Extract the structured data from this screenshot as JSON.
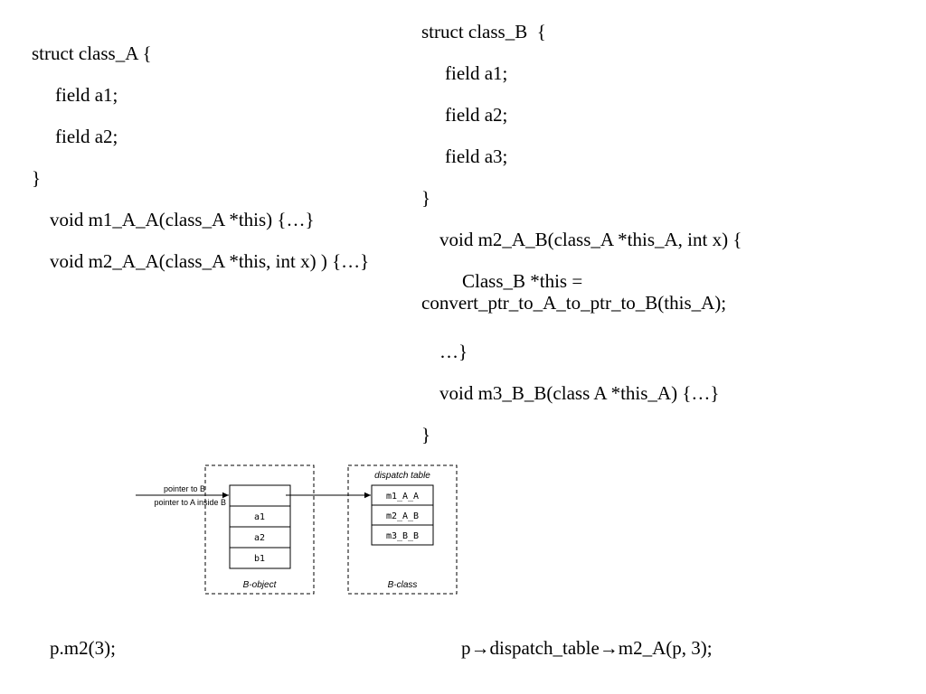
{
  "class_a": {
    "header": "struct class_A {",
    "field_a1": "field a1;",
    "field_a2": "field a2;",
    "close": "}",
    "method_m1": "void m1_A_A(class_A *this) {…}",
    "method_m2": "void m2_A_A(class_A *this, int x) ) {…}"
  },
  "class_b": {
    "header": "struct class_B  {",
    "field_a1": "field a1;",
    "field_a2": "field a2;",
    "field_a3": "field a3;",
    "close": "}",
    "method_m2_sig": "void m2_A_B(class_A *this_A, int x) {",
    "method_m2_body": "Class_B *this = convert_ptr_to_A_to_ptr_to_B(this_A);",
    "method_m2_end": "…}",
    "method_m3": "void m3_B_B(class A *this_A) {…}",
    "final_close": "}"
  },
  "diagram": {
    "pointer_to_b": "pointer to B",
    "pointer_to_a": "pointer to A inside B",
    "object_fields": [
      "a1",
      "a2",
      "b1"
    ],
    "object_caption": "B-object",
    "dispatch_title": "dispatch table",
    "dispatch_entries": [
      "m1_A_A",
      "m2_A_B",
      "m3_B_B"
    ],
    "class_caption": "B-class"
  },
  "calls": {
    "source_call": "p.m2(3);",
    "translated_call": "p→dispatch_table→m2_A(p, 3);"
  }
}
